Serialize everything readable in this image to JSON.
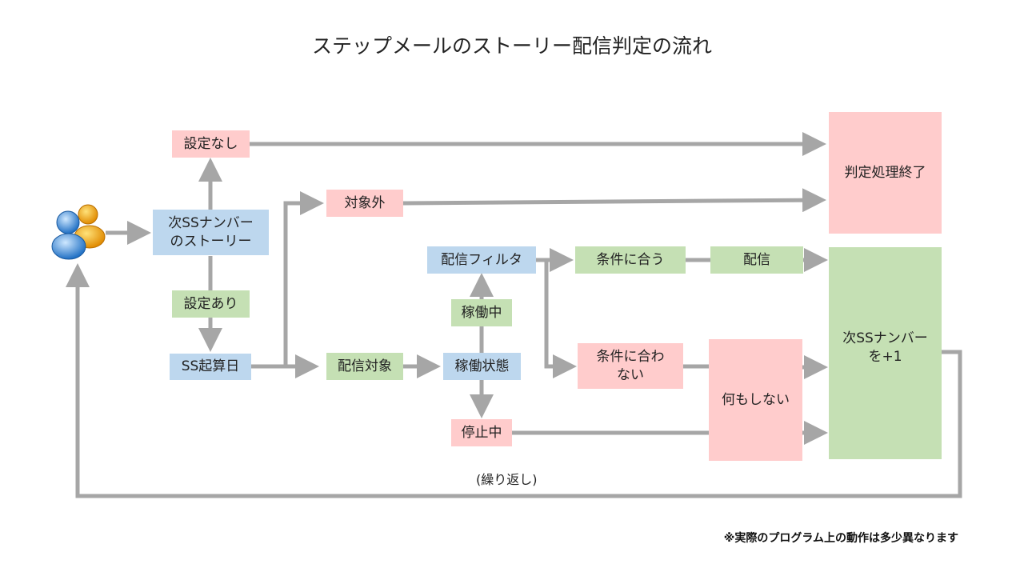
{
  "title": "ステップメールのストーリー配信判定の流れ",
  "icon": "users-icon",
  "colors": {
    "blue": "#bdd7ee",
    "green": "#c5e0b4",
    "pink": "#ffcccc",
    "arrow": "#a6a6a6"
  },
  "nodes": {
    "no_setting": "設定なし",
    "next_ss_story": "次SSナンバー\nのストーリー",
    "has_setting": "設定あり",
    "ss_start_date": "SS起算日",
    "out_of_target": "対象外",
    "delivery_target": "配信対象",
    "operation_state": "稼働状態",
    "running": "稼働中",
    "stopped": "停止中",
    "delivery_filter": "配信フィルタ",
    "condition_match": "条件に合う",
    "deliver": "配信",
    "condition_mismatch": "条件に合わ\nない",
    "do_nothing": "何もしない",
    "judgement_end": "判定処理終了",
    "next_ss_plus": "次SSナンバー\nを+1"
  },
  "loop_label": "(繰り返し)",
  "footnote": "※実際のプログラム上の動作は多少異なります"
}
